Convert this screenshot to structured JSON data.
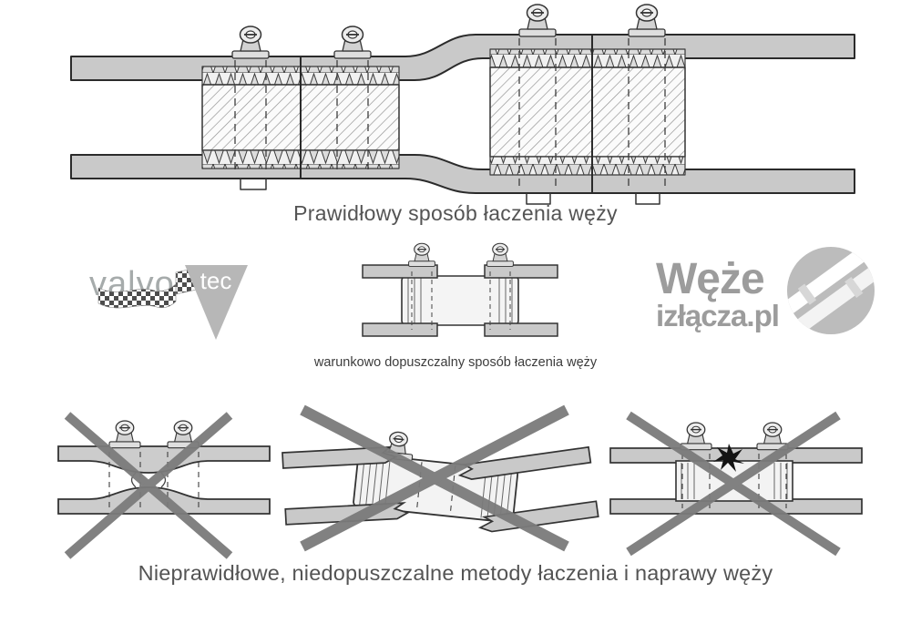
{
  "captions": {
    "correct": "Prawidłowy sposób łaczenia węży",
    "conditional": "warunkowo dopuszczalny sposób łaczenia węży",
    "incorrect": "Nieprawidłowe, niedopuszczalne metody łaczenia i naprawy węży"
  },
  "logos": {
    "valvotec": {
      "word": "valvo",
      "triangle_word": "tec"
    },
    "weze_izlacza": {
      "line1": "Węże",
      "line2": "izłącza.pl"
    }
  },
  "colors": {
    "hose_fill": "#c9c9c9",
    "outline": "#2b2b2b",
    "caption_text": "#545454",
    "logo_gray": "#9c9c9c",
    "cross_gray": "#7b7b7b",
    "background": "#ffffff"
  }
}
